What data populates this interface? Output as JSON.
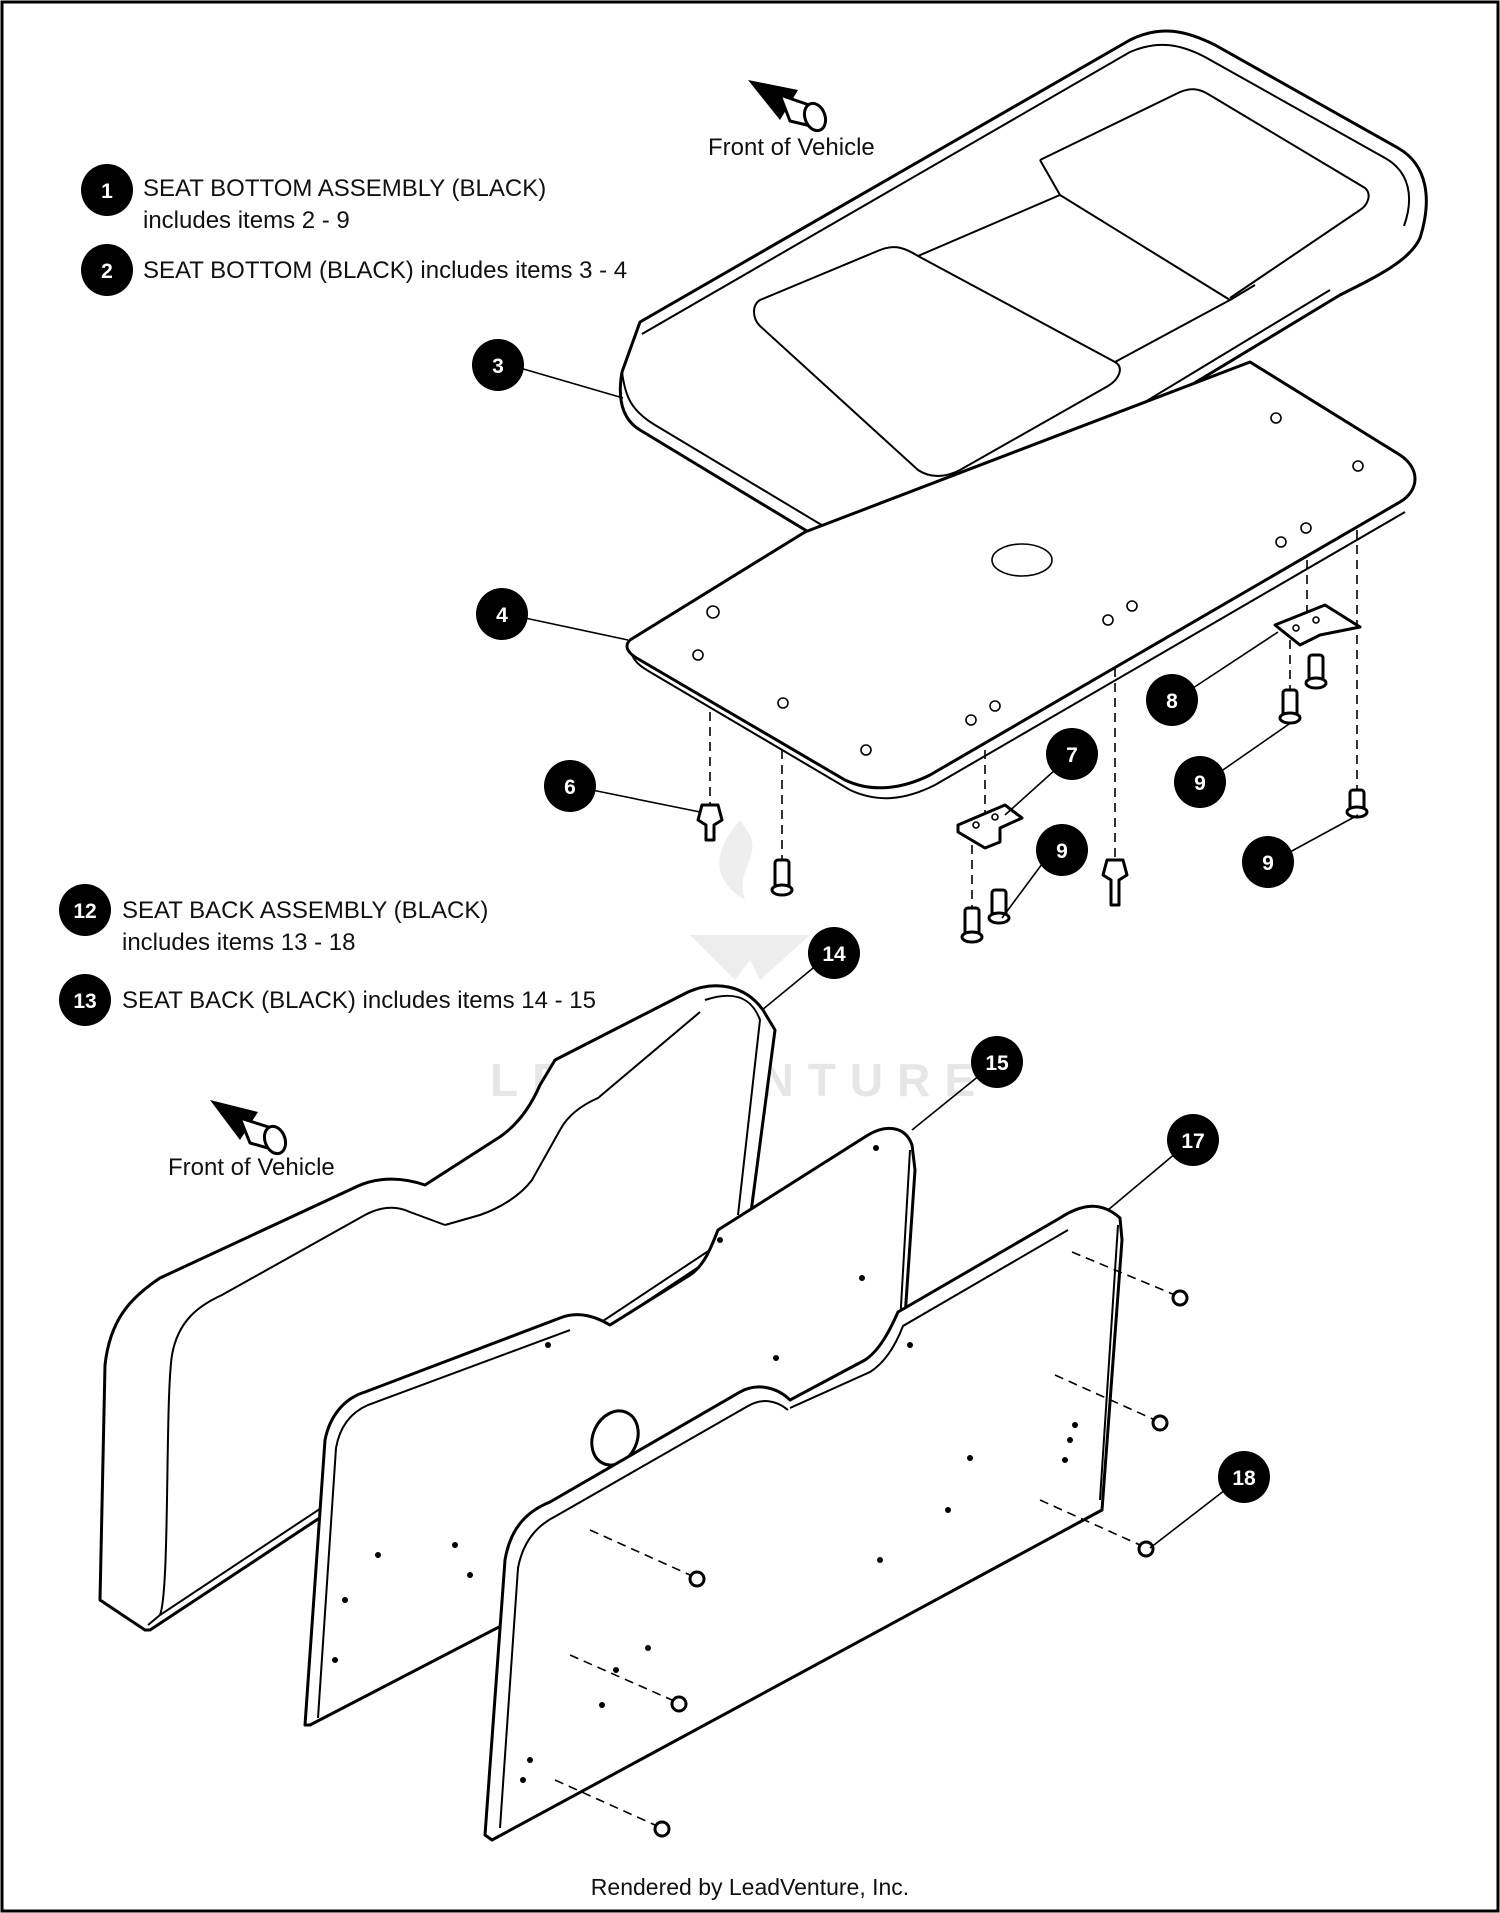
{
  "notes": {
    "item1": {
      "num": "1",
      "line1": "SEAT BOTTOM ASSEMBLY (BLACK)",
      "line2": "includes items 2 - 9"
    },
    "item2": {
      "num": "2",
      "line1": "SEAT BOTTOM (BLACK) includes items 3 - 4"
    },
    "item12": {
      "num": "12",
      "line1": "SEAT BACK ASSEMBLY (BLACK)",
      "line2": "includes items 13 - 18"
    },
    "item13": {
      "num": "13",
      "line1": "SEAT BACK (BLACK) includes items 14 - 15"
    }
  },
  "callouts": {
    "c3": "3",
    "c4": "4",
    "c6": "6",
    "c7": "7",
    "c8": "8",
    "c9a": "9",
    "c9b": "9",
    "c9c": "9",
    "c14": "14",
    "c15": "15",
    "c17": "17",
    "c18": "18"
  },
  "arrows": {
    "top": "Front of Vehicle",
    "bottom": "Front of Vehicle"
  },
  "watermark": "LEADVENTURE",
  "footer": "Rendered by LeadVenture, Inc."
}
